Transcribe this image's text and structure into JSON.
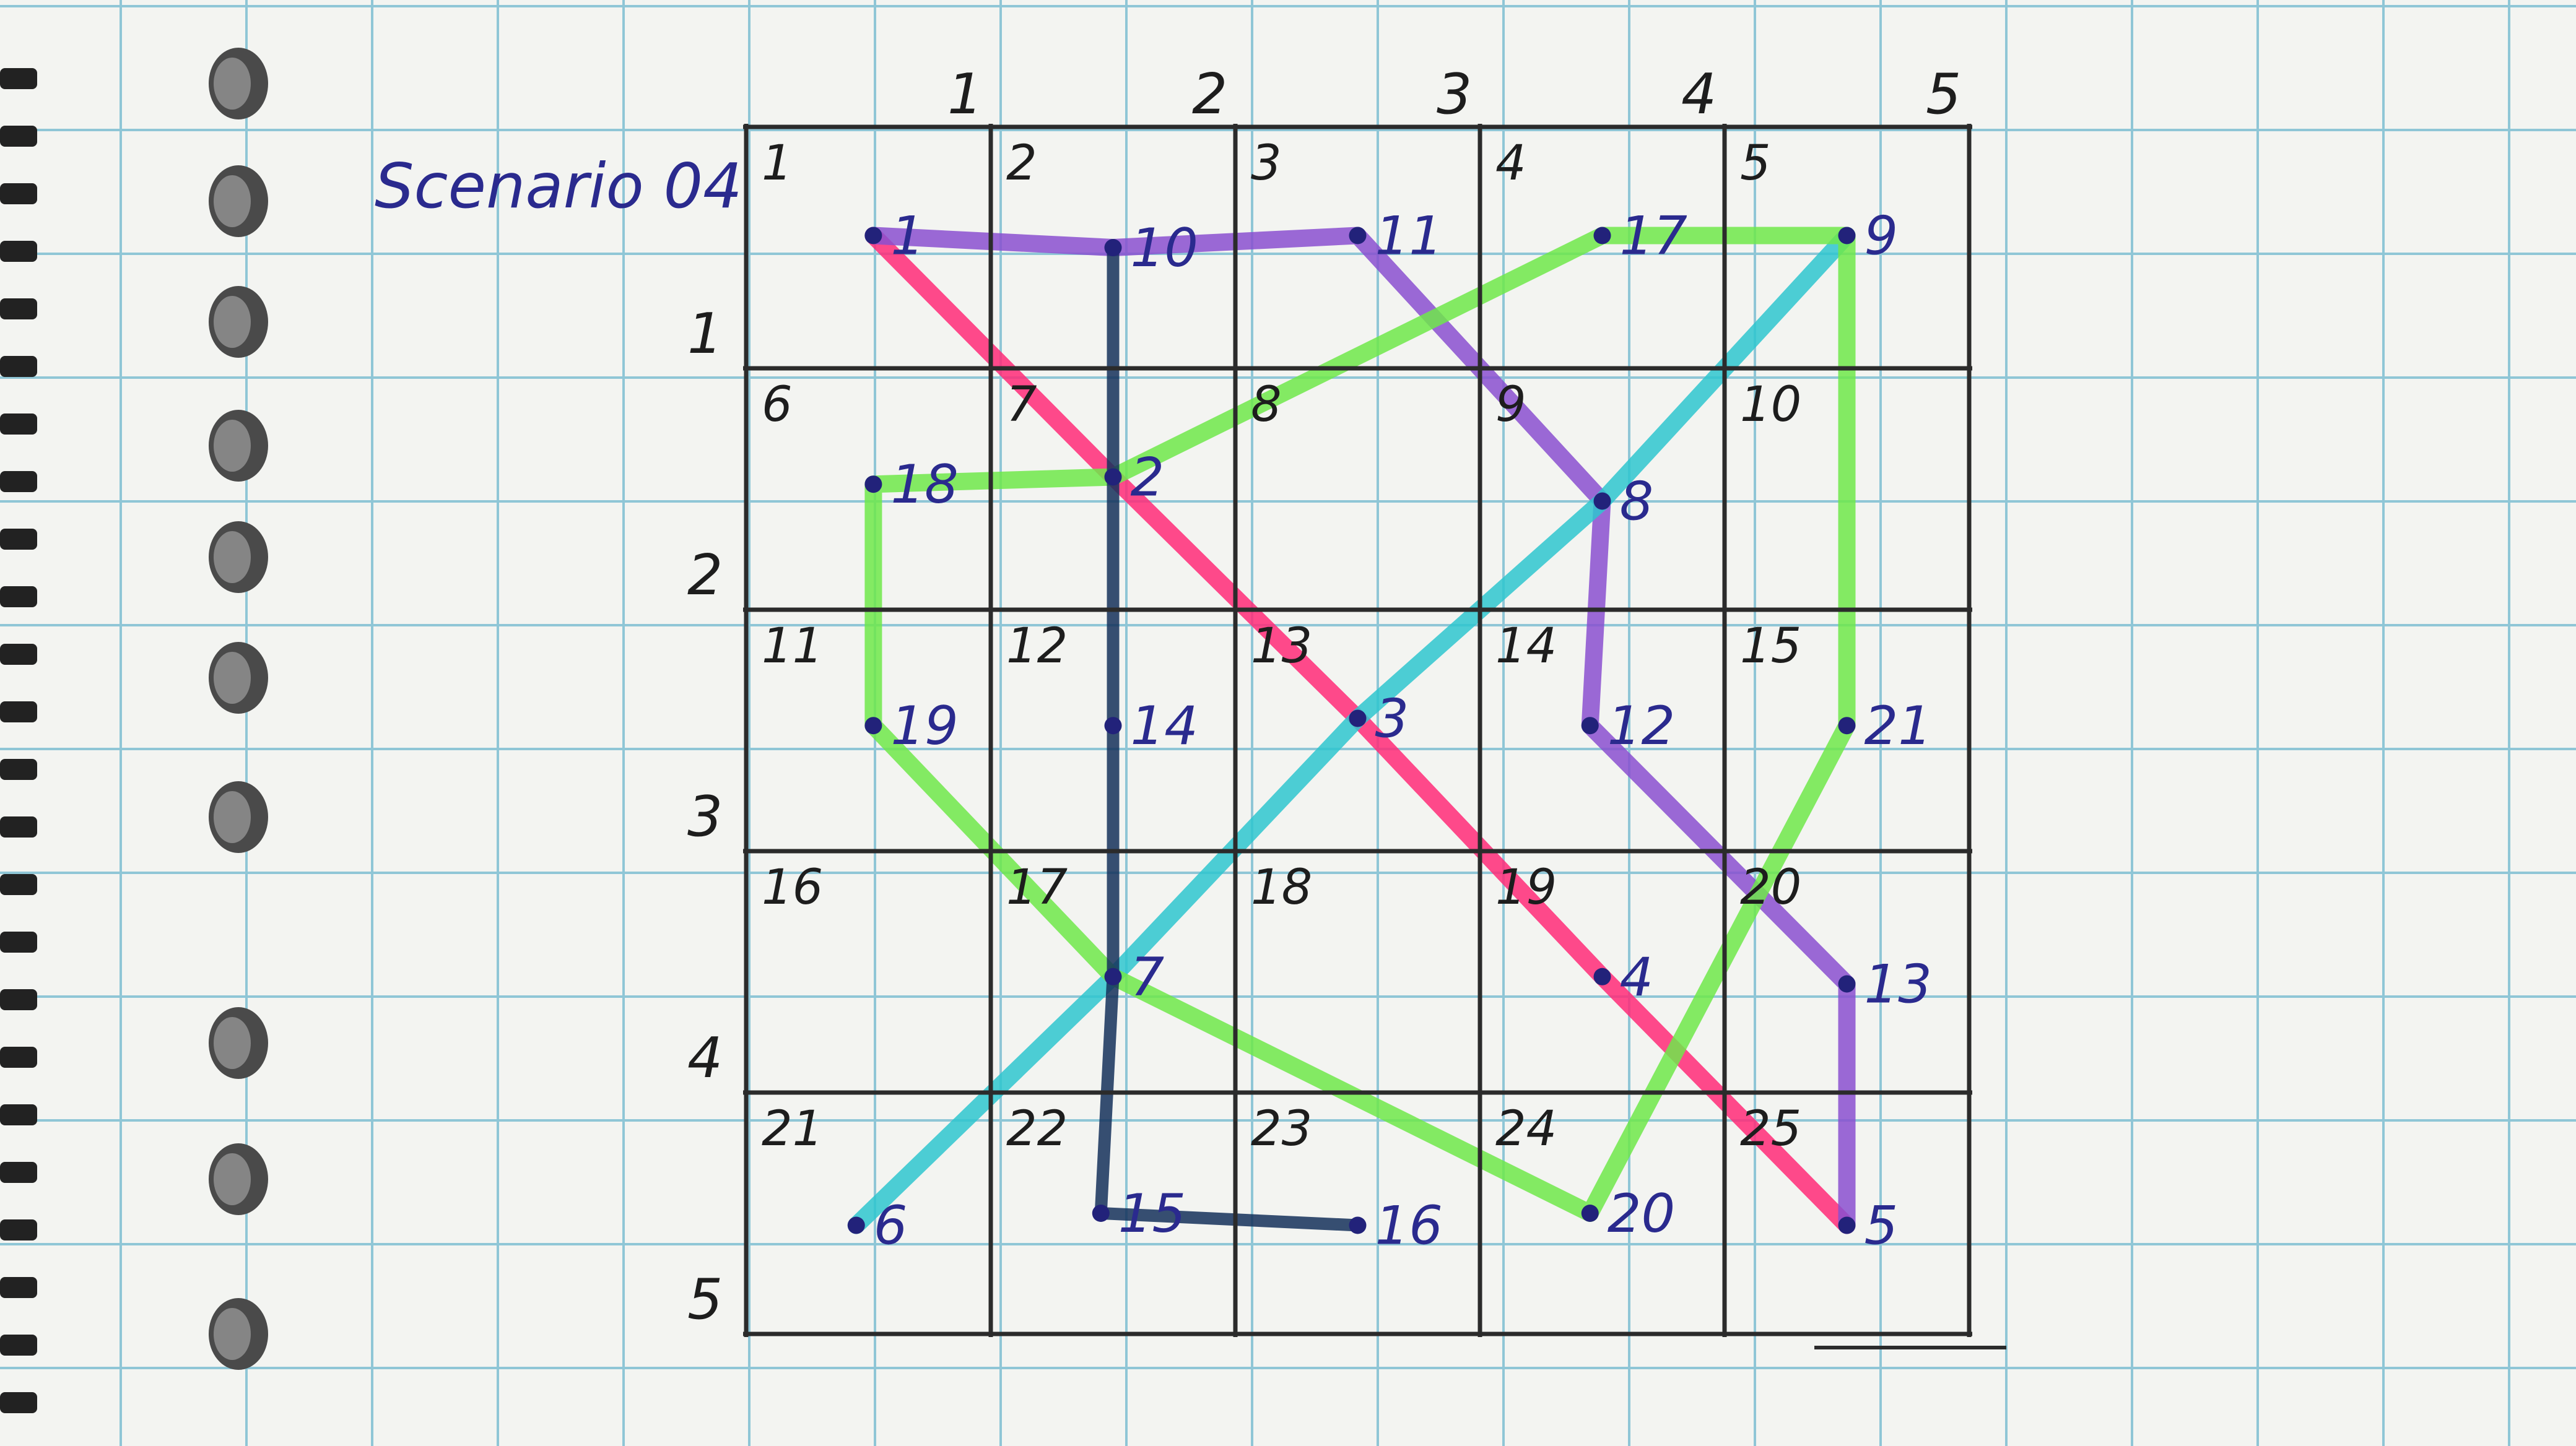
{
  "sheet": {
    "title": "Scenario 04",
    "paper_color": "#f3f4f1",
    "grid_color": "#8fc6d6"
  },
  "grid": {
    "columns": 5,
    "rows": 5,
    "column_numbers": [
      "1",
      "2",
      "3",
      "4",
      "5"
    ],
    "row_numbers": [
      "1",
      "2",
      "3",
      "4",
      "5"
    ],
    "cell_labels": [
      "1",
      "2",
      "3",
      "4",
      "5",
      "6",
      "7",
      "8",
      "9",
      "10",
      "11",
      "12",
      "13",
      "14",
      "15",
      "16",
      "17",
      "18",
      "19",
      "20",
      "21",
      "22",
      "23",
      "24",
      "25"
    ]
  },
  "nodes": [
    {
      "id": "1",
      "label": "1",
      "col": 0.52,
      "row": 0.45
    },
    {
      "id": "10",
      "label": "10",
      "col": 1.5,
      "row": 0.5
    },
    {
      "id": "11",
      "label": "11",
      "col": 2.5,
      "row": 0.45
    },
    {
      "id": "17",
      "label": "17",
      "col": 3.5,
      "row": 0.45
    },
    {
      "id": "9",
      "label": "9",
      "col": 4.5,
      "row": 0.45
    },
    {
      "id": "18",
      "label": "18",
      "col": 0.52,
      "row": 1.48
    },
    {
      "id": "2",
      "label": "2",
      "col": 1.5,
      "row": 1.45
    },
    {
      "id": "8",
      "label": "8",
      "col": 3.5,
      "row": 1.55
    },
    {
      "id": "19",
      "label": "19",
      "col": 0.52,
      "row": 2.48
    },
    {
      "id": "14",
      "label": "14",
      "col": 1.5,
      "row": 2.48
    },
    {
      "id": "3",
      "label": "3",
      "col": 2.5,
      "row": 2.45
    },
    {
      "id": "12",
      "label": "12",
      "col": 3.45,
      "row": 2.48
    },
    {
      "id": "21",
      "label": "21",
      "col": 4.5,
      "row": 2.48
    },
    {
      "id": "7",
      "label": "7",
      "col": 1.5,
      "row": 3.52
    },
    {
      "id": "4",
      "label": "4",
      "col": 3.5,
      "row": 3.52
    },
    {
      "id": "13",
      "label": "13",
      "col": 4.5,
      "row": 3.55
    },
    {
      "id": "6",
      "label": "6",
      "col": 0.45,
      "row": 4.55
    },
    {
      "id": "15",
      "label": "15",
      "col": 1.45,
      "row": 4.5
    },
    {
      "id": "16",
      "label": "16",
      "col": 2.5,
      "row": 4.55
    },
    {
      "id": "20",
      "label": "20",
      "col": 3.45,
      "row": 4.5
    },
    {
      "id": "5",
      "label": "5",
      "col": 4.5,
      "row": 4.55
    }
  ],
  "routes": [
    {
      "color": "#ff2a78",
      "path": [
        "1",
        "2",
        "3",
        "4",
        "5"
      ]
    },
    {
      "color": "#8a4fd0",
      "path": [
        "1",
        "10",
        "11",
        "8",
        "12",
        "13",
        "5"
      ]
    },
    {
      "color": "#2ec6cf",
      "path": [
        "9",
        "8",
        "3",
        "7",
        "6"
      ]
    },
    {
      "color": "#6ee84a",
      "path": [
        "9",
        "17",
        "2",
        "18",
        "19",
        "7",
        "20",
        "21",
        "9"
      ]
    },
    {
      "color": "#14305a",
      "path": [
        "10",
        "2",
        "14",
        "7",
        "15",
        "16"
      ]
    }
  ]
}
